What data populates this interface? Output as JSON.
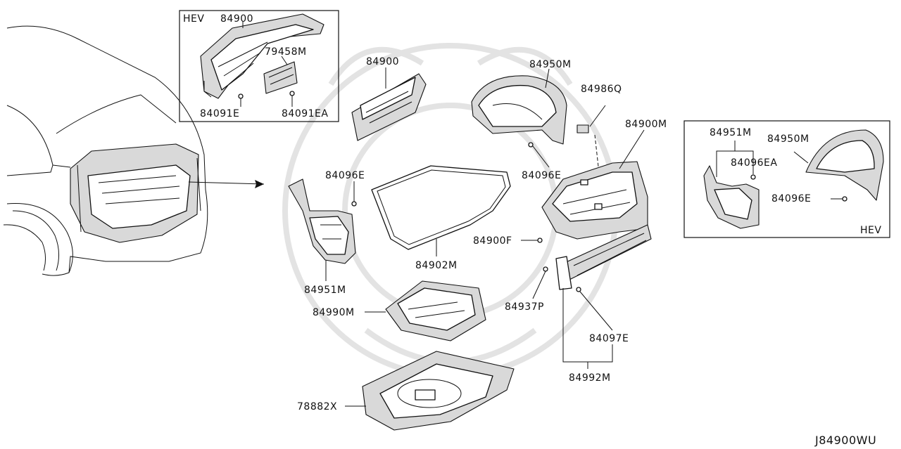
{
  "labels": {
    "hev_label_top": "HEV",
    "hev_label_right": "HEV",
    "p84900_hev": "84900",
    "p79458M": "79458M",
    "p84091E": "84091E",
    "p84091EA": "84091EA",
    "p84900": "84900",
    "p84950M": "84950M",
    "p84986Q": "84986Q",
    "p84900M": "84900M",
    "p84096E_left": "84096E",
    "p84096E_mid": "84096E",
    "p84951M": "84951M",
    "p84902M": "84902M",
    "p84900F": "84900F",
    "p84990M": "84990M",
    "p84937P": "84937P",
    "p84097E": "84097E",
    "p84992M": "84992M",
    "p78882X": "78882X",
    "p84951M_hev": "84951M",
    "p84950M_hev": "84950M",
    "p84096EA_hev": "84096EA",
    "p84096E_hev": "84096E",
    "diagram_code": "J84900WU"
  }
}
